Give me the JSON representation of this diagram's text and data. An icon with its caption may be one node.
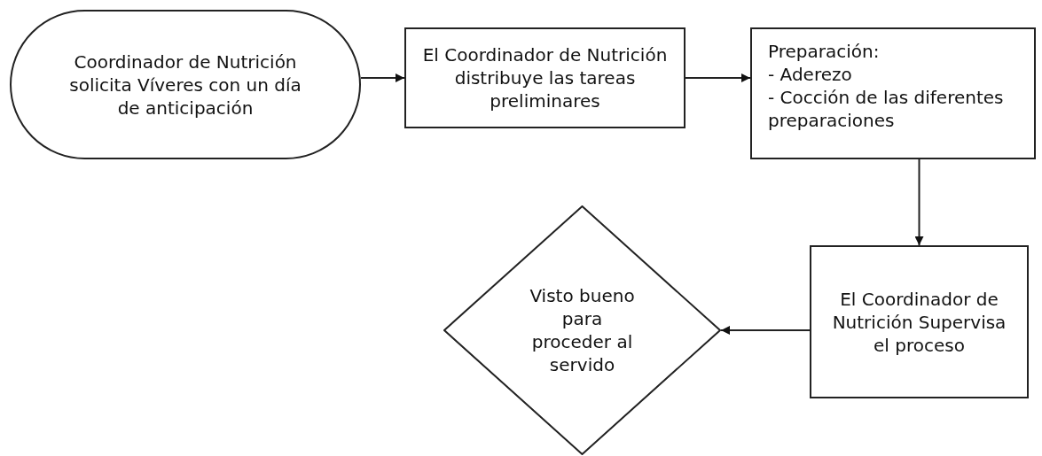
{
  "diagram": {
    "nodes": [
      {
        "text": [
          "Coordinador de Nutrición solicita Víveres con un día de anticipación"
        ]
      },
      {
        "text": [
          "El Coordinador de Nutrición distribuye las tareas preliminares"
        ]
      },
      {
        "text": [
          "Preparación:",
          "- Aderezo",
          "- Cocción de las diferentes preparaciones"
        ]
      },
      {
        "text": [
          "El Coordinador de Nutrición Supervisa el proceso"
        ]
      },
      {
        "text": [
          "Visto bueno para proceder al servido"
        ]
      }
    ],
    "edges": [
      {
        "from": 0,
        "to": 1,
        "arrow": "to"
      },
      {
        "from": 1,
        "to": 2,
        "arrow": "to"
      },
      {
        "from": 2,
        "to": 3,
        "arrow": "to"
      },
      {
        "from": 3,
        "to": 4,
        "arrow": "to"
      }
    ]
  }
}
